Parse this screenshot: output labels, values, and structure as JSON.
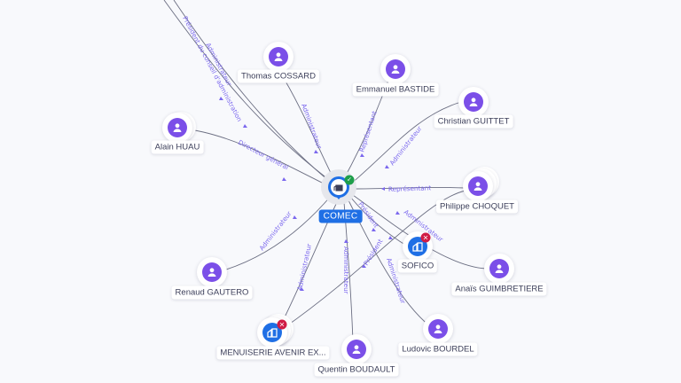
{
  "colors": {
    "background": "#f8f9fc",
    "person": "#7b4fe8",
    "company": "#1f6fe5",
    "edge": "#6b6e82",
    "edge_label": "#7b68ee",
    "status_closed": "#d01c45",
    "status_active": "#1e9e4a"
  },
  "center": {
    "name": "COMEC",
    "icon": "building-icon",
    "status": "active",
    "status_icon": "check-icon"
  },
  "nodes": [
    {
      "id": "thomas",
      "name": "Thomas COSSARD",
      "type": "person"
    },
    {
      "id": "emmanuel",
      "name": "Emmanuel BASTIDE",
      "type": "person"
    },
    {
      "id": "christian",
      "name": "Christian GUITTET",
      "type": "person"
    },
    {
      "id": "alain",
      "name": "Alain HUAU",
      "type": "person"
    },
    {
      "id": "philippe",
      "name": "Philippe CHOQUET",
      "type": "person"
    },
    {
      "id": "sofico",
      "name": "SOFICO",
      "type": "company",
      "status": "closed"
    },
    {
      "id": "anais",
      "name": "Anaïs GUIMBRETIERE",
      "type": "person"
    },
    {
      "id": "renaud",
      "name": "Renaud GAUTERO",
      "type": "person"
    },
    {
      "id": "menuiserie",
      "name": "MENUISERIE AVENIR EX...",
      "type": "company",
      "status": "closed"
    },
    {
      "id": "quentin",
      "name": "Quentin BOUDAULT",
      "type": "person"
    },
    {
      "id": "ludovic",
      "name": "Ludovic BOURDEL",
      "type": "person"
    }
  ],
  "edges": [
    {
      "from": "offscreen-top",
      "label": "Président du conseil d'administration"
    },
    {
      "from": "offscreen-top",
      "label": "Administrateur"
    },
    {
      "from": "thomas",
      "label": "Administrateur"
    },
    {
      "from": "emmanuel",
      "label": "Représentant"
    },
    {
      "from": "christian",
      "label": "Administrateur"
    },
    {
      "from": "alain",
      "label": "Directeur général"
    },
    {
      "from": "philippe",
      "label": "Représentant"
    },
    {
      "from": "anais",
      "label": "Administrateur"
    },
    {
      "from": "sofico",
      "label": "Président"
    },
    {
      "from": "philippe",
      "label": "Président"
    },
    {
      "from": "ludovic",
      "label": "Administrateur"
    },
    {
      "from": "quentin",
      "label": "Administrateur"
    },
    {
      "from": "menuiserie",
      "label": "Administrateur"
    },
    {
      "from": "renaud",
      "label": "Administrateur"
    }
  ]
}
